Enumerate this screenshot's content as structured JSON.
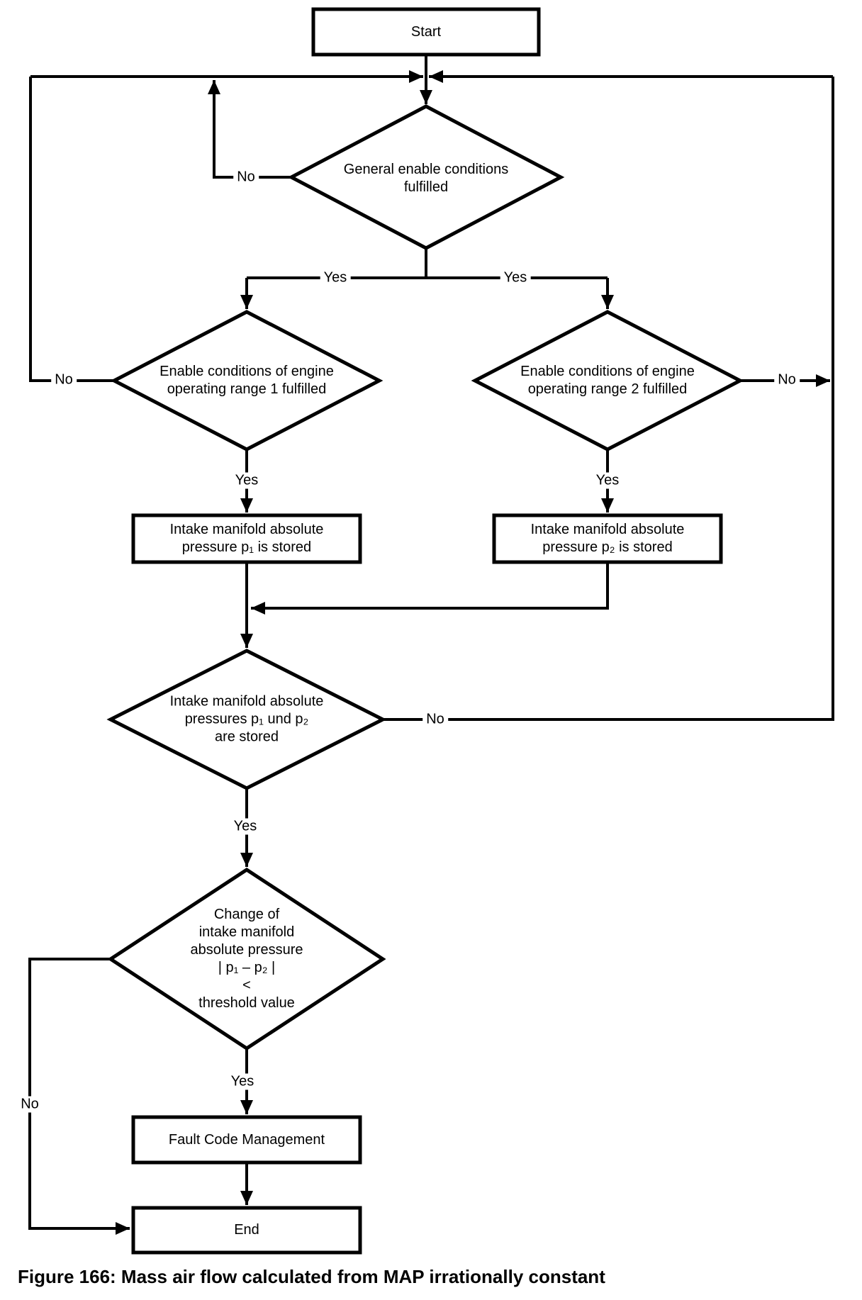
{
  "caption": "Figure 166: Mass air flow calculated from MAP irrationally constant",
  "labels": {
    "yes": "Yes",
    "no": "No"
  },
  "nodes": {
    "start": "Start",
    "general_enable": [
      "General enable conditions",
      "fulfilled"
    ],
    "range1": [
      "Enable conditions of engine",
      "operating range 1 fulfilled"
    ],
    "range2": [
      "Enable conditions of engine",
      "operating range 2 fulfilled"
    ],
    "store_p1": [
      "Intake manifold absolute",
      "pressure p₁ is stored"
    ],
    "store_p2": [
      "Intake manifold absolute",
      "pressure p₂ is stored"
    ],
    "both_stored": [
      "Intake manifold absolute",
      "pressures p₁ und p₂",
      "are stored"
    ],
    "delta_check": [
      "Change of",
      "intake manifold",
      "absolute pressure",
      "| p₁ – p₂ |",
      "<",
      "threshold value"
    ],
    "fault": "Fault Code Management",
    "end": "End"
  }
}
